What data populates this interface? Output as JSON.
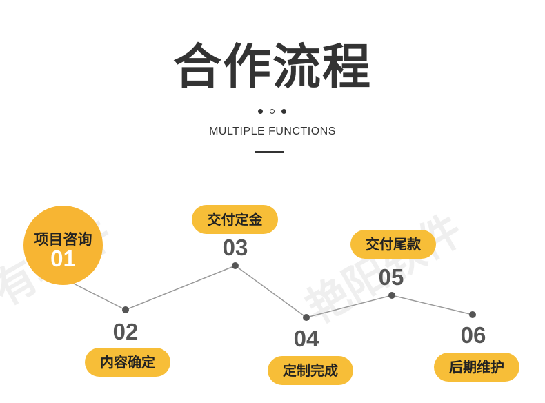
{
  "header": {
    "title": "合作流程",
    "subtitle": "MULTIPLE FUNCTIONS",
    "accent_dots": [
      "#333333",
      "#ffffff",
      "#333333"
    ]
  },
  "watermark": {
    "text_left": "有软件",
    "text_right": "艳阳软件"
  },
  "colors": {
    "accent": "#f7be38",
    "line": "#999999",
    "node": "#555555"
  },
  "steps": [
    {
      "number": "01",
      "label": "项目咨询"
    },
    {
      "number": "02",
      "label": "内容确定"
    },
    {
      "number": "03",
      "label": "交付定金"
    },
    {
      "number": "04",
      "label": "定制完成"
    },
    {
      "number": "05",
      "label": "交付尾款"
    },
    {
      "number": "06",
      "label": "后期维护"
    }
  ]
}
